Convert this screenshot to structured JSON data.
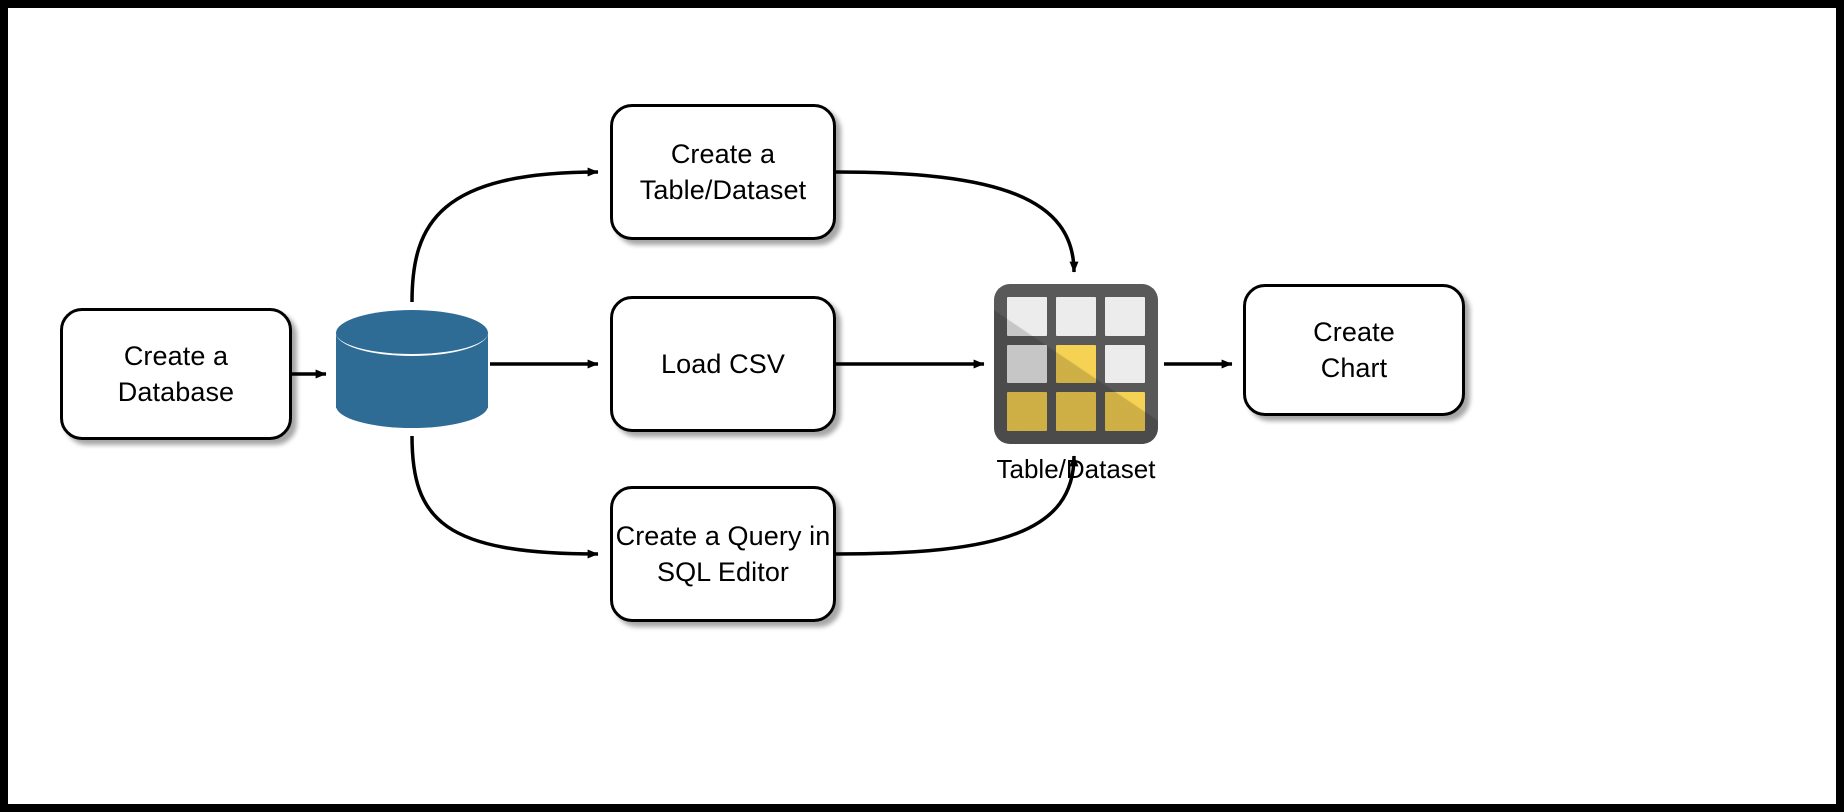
{
  "diagram": {
    "title": "Create a Database to Chart workflow",
    "background_color": "#FFFFFF",
    "frame_color": "#000000",
    "nodes": {
      "create_database": {
        "label": "Create a\nDatabase",
        "shape": "rounded-rectangle"
      },
      "database": {
        "label": "",
        "shape": "cylinder",
        "color": "#2E6C96"
      },
      "create_table": {
        "label": "Create a\nTable/Dataset",
        "shape": "rounded-rectangle"
      },
      "load_csv": {
        "label": "Load CSV",
        "shape": "rounded-rectangle"
      },
      "create_query": {
        "label": "Create a Query in\nSQL Editor",
        "shape": "rounded-rectangle"
      },
      "table_dataset": {
        "caption": "Table/Dataset",
        "shape": "grid-icon",
        "frame_color": "#595959",
        "cell_gray": "#ECECEC",
        "cell_yellow": "#F5D154",
        "cells": [
          "gray",
          "gray",
          "gray",
          "gray",
          "yellow",
          "gray",
          "yellow",
          "yellow",
          "yellow"
        ]
      },
      "create_chart": {
        "label": "Create\nChart",
        "shape": "rounded-rectangle"
      }
    },
    "edges": [
      {
        "from": "create_database",
        "to": "database",
        "style": "straight-arrow"
      },
      {
        "from": "database",
        "to": "create_table",
        "style": "curved-arrow"
      },
      {
        "from": "database",
        "to": "load_csv",
        "style": "straight-arrow"
      },
      {
        "from": "database",
        "to": "create_query",
        "style": "curved-arrow"
      },
      {
        "from": "create_table",
        "to": "table_dataset",
        "style": "curved-arrow"
      },
      {
        "from": "load_csv",
        "to": "table_dataset",
        "style": "straight-arrow"
      },
      {
        "from": "create_query",
        "to": "table_dataset",
        "style": "curved-arrow"
      },
      {
        "from": "table_dataset",
        "to": "create_chart",
        "style": "straight-arrow"
      }
    ]
  }
}
